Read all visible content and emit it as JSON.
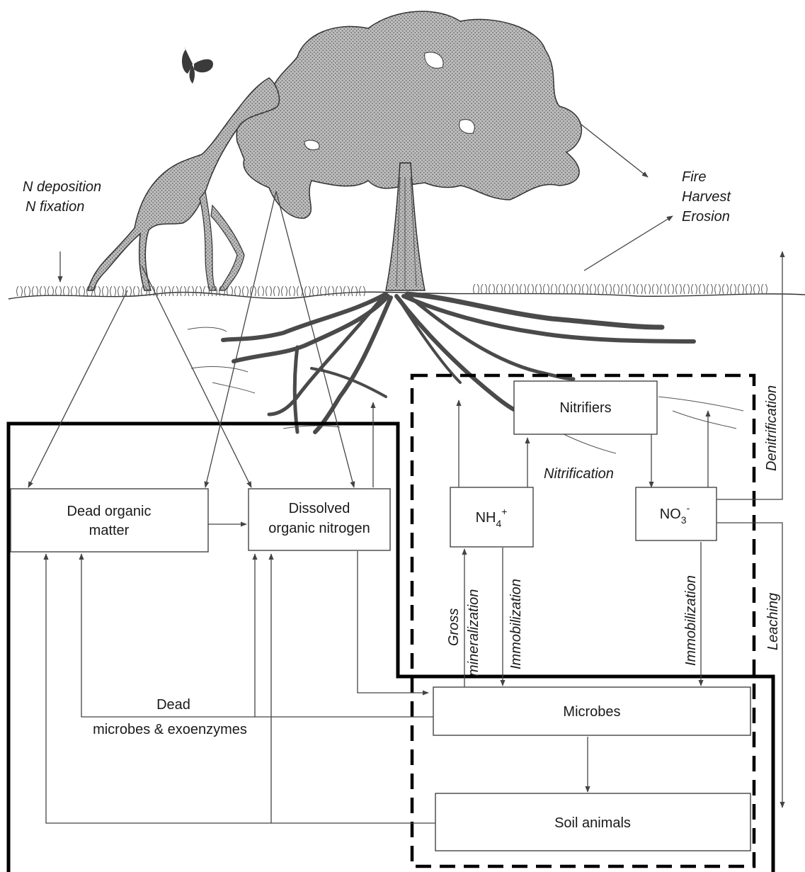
{
  "labels": {
    "n_deposition": "N deposition",
    "n_fixation": "N fixation",
    "fire": "Fire",
    "harvest": "Harvest",
    "erosion": "Erosion",
    "denitrification": "Denitrification",
    "leaching": "Leaching",
    "nitrification": "Nitrification",
    "gross": "Gross",
    "mineralization": "mineralization",
    "immobilization_nh4": "Immobilization",
    "immobilization_no3": "Immobilization",
    "dead": "Dead",
    "dead_microbes": "microbes & exoenzymes"
  },
  "boxes": {
    "dead_organic_line1": "Dead organic",
    "dead_organic_line2": "matter",
    "don_line1": "Dissolved",
    "don_line2": "organic nitrogen",
    "nitrifiers": "Nitrifiers",
    "nh4_base": "NH",
    "nh4_sub": "4",
    "nh4_sup": "+",
    "no3_base": "NO",
    "no3_sub": "3",
    "no3_sup": "-",
    "microbes": "Microbes",
    "soil_animals": "Soil animals"
  }
}
